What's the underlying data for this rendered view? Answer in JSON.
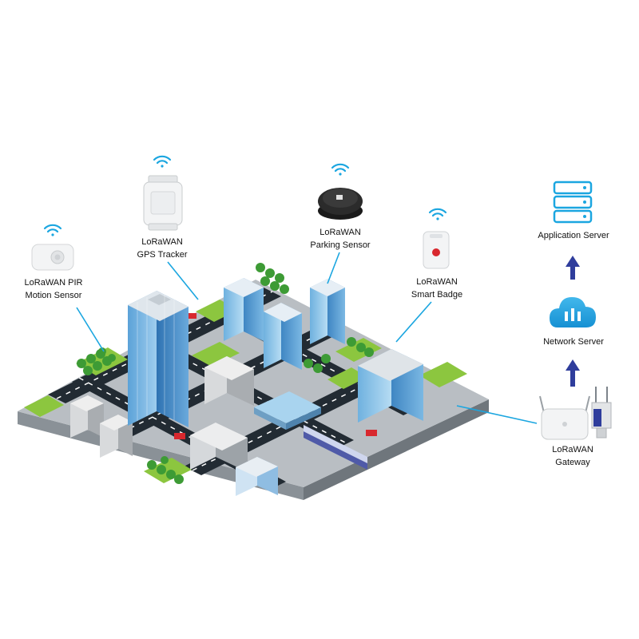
{
  "devices": {
    "pir": {
      "line1": "LoRaWAN PIR",
      "line2": "Motion Sensor"
    },
    "gps": {
      "line1": "LoRaWAN",
      "line2": "GPS Tracker"
    },
    "parking": {
      "line1": "LoRaWAN",
      "line2": "Parking Sensor"
    },
    "badge": {
      "line1": "LoRaWAN",
      "line2": "Smart Badge"
    }
  },
  "infrastructure": {
    "application_server": "Application Server",
    "network_server": "Network Server",
    "gateway": {
      "line1": "LoRaWAN",
      "line2": "Gateway"
    }
  },
  "colors": {
    "accent_blue": "#1ba6e0",
    "arrow": "#2f3d9c",
    "road": "#222b33",
    "ground_top": "#b9bec3",
    "ground_side": "#7d848b",
    "grass": "#8cc63f",
    "tree": "#3d9b35",
    "glass": "#8ec3e6",
    "train": "#4f5aa8",
    "bus": "#d8282e"
  },
  "icons": {
    "wifi": "wifi-signal-icon",
    "server": "server-stack-icon",
    "cloud": "cloud-network-icon",
    "arrow": "arrow-up-icon"
  }
}
